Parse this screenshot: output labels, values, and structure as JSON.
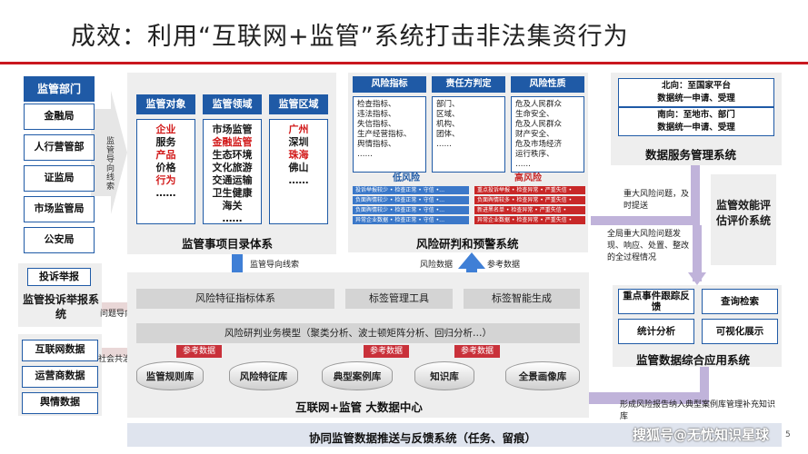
{
  "title": "成效：利用“互联网+监管”系统打击非法集资行为",
  "regulators": {
    "header": "监管部门",
    "items": [
      "金融局",
      "人行营管部",
      "证监局",
      "市场监管局",
      "公安局"
    ],
    "side_note": "监管导向线索"
  },
  "complaint": {
    "label": "投诉举报",
    "caption": "监管投诉举报系统",
    "arrow_note": "问题导向线索"
  },
  "external_data": {
    "items": [
      "互联网数据",
      "运营商数据",
      "舆情数据"
    ],
    "arrow_note": "社会共治线索"
  },
  "entry_system": {
    "caption": "监管事项目录体系",
    "columns": [
      {
        "header": "监管对象",
        "lines": [
          {
            "text": "企业",
            "red": true
          },
          {
            "text": "服务",
            "red": false
          },
          {
            "text": "产品",
            "red": true
          },
          {
            "text": "价格",
            "red": false
          },
          {
            "text": "行为",
            "red": true
          },
          {
            "text": "……",
            "red": false
          }
        ]
      },
      {
        "header": "监管领域",
        "lines": [
          {
            "text": "市场监管",
            "red": false
          },
          {
            "text": "金融监管",
            "red": true
          },
          {
            "text": "生态环境",
            "red": false
          },
          {
            "text": "文化旅游",
            "red": false
          },
          {
            "text": "交通运输",
            "red": false
          },
          {
            "text": "卫生健康",
            "red": false
          },
          {
            "text": "海关",
            "red": false
          },
          {
            "text": "……",
            "red": false
          }
        ]
      },
      {
        "header": "监管区域",
        "lines": [
          {
            "text": "广州",
            "red": true
          },
          {
            "text": "深圳",
            "red": false
          },
          {
            "text": "珠海",
            "red": true
          },
          {
            "text": "佛山",
            "red": false
          },
          {
            "text": "……",
            "red": false
          }
        ]
      }
    ],
    "down_note": "监管导向线索"
  },
  "risk_system": {
    "caption": "风险研判和预警系统",
    "columns": [
      {
        "header": "风险指标",
        "lines": [
          "检查指标、",
          "违法指标、",
          "失信指标、",
          "生产经营指标、",
          "舆情指标、",
          "……"
        ]
      },
      {
        "header": "责任方判定",
        "lines": [
          "部门、",
          "区域、",
          "机构、",
          "团体、",
          "……"
        ]
      },
      {
        "header": "风险性质",
        "lines": [
          "危及人民群众",
          "生命安全、",
          "危及人民群众",
          "财产安全、",
          "危及市场经济",
          "运行秩序、",
          "……"
        ]
      }
    ],
    "low_label": "低风险",
    "high_label": "高风险",
    "low_items": [
      "投诉举报较少 • 检查正常 • 守信 •…",
      "负面舆情较少 • 检查正常 • 守信 •…",
      "负面舆情较少 • 检查正常 • 守信 •…",
      "异常企业数据 • 检查正常 • 守信 •…"
    ],
    "high_items": [
      "重点投诉举报 • 检查异常 • 严重失信 •",
      "负面舆情较多 • 检查异常 • 严重失信 •",
      "新进黑名单 • 检查异常 • 严重失信 •",
      "异常企业数据 • 检查异常 • 严重失信 •"
    ],
    "note_data": "风险数据",
    "note_ref": "参考数据"
  },
  "data_service": {
    "north": [
      "北向：至国家平台",
      "数据统一申请、受理"
    ],
    "south": [
      "南向：至地市、部门",
      "数据统一申请、受理"
    ],
    "caption": "数据服务管理系统"
  },
  "efficiency": {
    "label": "监管效能评估评价系统"
  },
  "notes": {
    "major_risk": "重大风险问题，及时提送",
    "full_risk": "全局重大风险问题发现、响应、处置、整改的全过程情况",
    "typical_case": "形成风险报告纳入典型案例库管理补充知识库"
  },
  "application": {
    "caption": "监管数据综合应用系统",
    "buttons": [
      "重点事件跟踪反馈",
      "查询检索",
      "统计分析",
      "可视化展示"
    ]
  },
  "big_data": {
    "caption": "互联网+监管 大数据中心",
    "tools": [
      "风险特征指标体系",
      "标签管理工具",
      "标签智能生成"
    ],
    "model": "风险研判业务模型（聚类分析、波士顿矩阵分析、回归分析…）",
    "ref_tag": "参考数据",
    "stores": [
      "监管规则库",
      "风险特征库",
      "典型案例库",
      "知识库",
      "全景画像库"
    ]
  },
  "footer": {
    "label": "协同监管数据推送与反馈系统（任务、留痕）",
    "watermark": "搜狐号@无忧知识星球",
    "page_no": "5"
  },
  "colors": {
    "accent": "#1f5aa6",
    "red": "#c9171e",
    "arrow": "#3f7fd6",
    "purple": "#c0b3da"
  }
}
